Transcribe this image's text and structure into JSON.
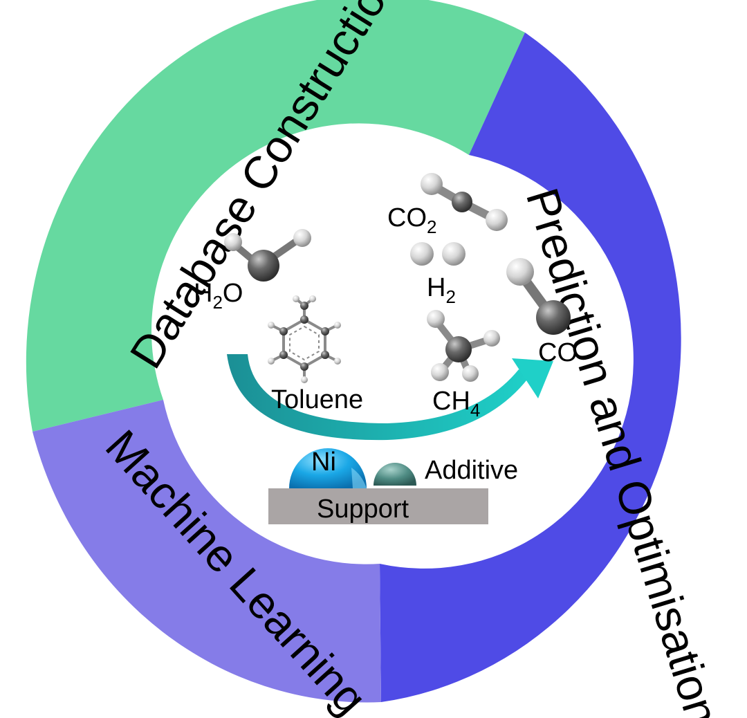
{
  "ring": {
    "segments": [
      {
        "label": "Database Construction",
        "color": "#66d9a0"
      },
      {
        "label": "Prediction and Optimisation",
        "color": "#4f4be6"
      },
      {
        "label": "Machine Learning",
        "color": "#857ce8"
      }
    ]
  },
  "molecules": {
    "h2o": {
      "main": "H",
      "sub": "2",
      "tail": "O"
    },
    "co2": {
      "main": "CO",
      "sub": "2"
    },
    "h2": {
      "main": "H",
      "sub": "2"
    },
    "co": {
      "main": "CO"
    },
    "ch4": {
      "main": "CH",
      "sub": "4"
    },
    "toluene": {
      "main": "Toluene"
    }
  },
  "catalyst": {
    "ni_label": "Ni",
    "additive_label": "Additive",
    "support_label": "Support",
    "ni_color": "#1aa7e6",
    "additive_color": "#4f8c84",
    "support_color": "#aaa5a5",
    "arrow_color": "#1bc2c0"
  },
  "icons": [
    "water-molecule-icon",
    "toluene-molecule-icon",
    "carbon-dioxide-molecule-icon",
    "hydrogen-molecule-icon",
    "methane-molecule-icon",
    "carbon-monoxide-molecule-icon",
    "reaction-arrow-icon"
  ]
}
